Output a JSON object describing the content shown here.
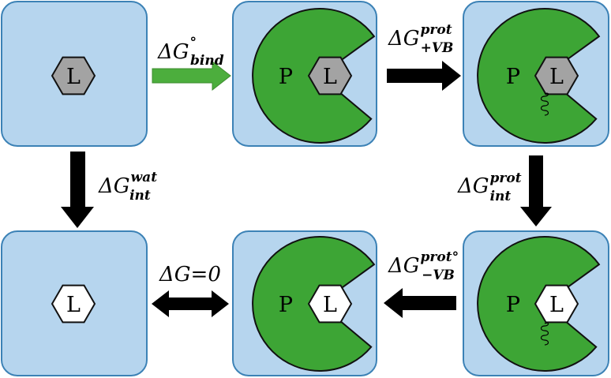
{
  "diagram": {
    "nodes": [
      {
        "id": "free-ligand",
        "ligand_label": "L",
        "ligand_fill": "gray"
      },
      {
        "id": "bound-complex",
        "protein_label": "P",
        "ligand_label": "L",
        "ligand_fill": "gray"
      },
      {
        "id": "bound-restrained",
        "protein_label": "P",
        "ligand_label": "L",
        "ligand_fill": "gray",
        "restraint": true
      },
      {
        "id": "bound-restrained-noninteracting",
        "protein_label": "P",
        "ligand_label": "L",
        "ligand_fill": "white",
        "restraint": true
      },
      {
        "id": "bound-noninteracting",
        "protein_label": "P",
        "ligand_label": "L",
        "ligand_fill": "white"
      },
      {
        "id": "free-noninteracting",
        "ligand_label": "L",
        "ligand_fill": "white"
      }
    ],
    "edges": {
      "bind": {
        "base": "ΔG",
        "sup": "°",
        "sub": "bind",
        "color": "#4cae3d"
      },
      "vb_on": {
        "base": "ΔG",
        "sup": "prot",
        "sub": "+VB"
      },
      "int_prot": {
        "base": "ΔG",
        "sup": "prot",
        "sub": "int"
      },
      "vb_off": {
        "base": "ΔG",
        "sup": "prot°",
        "sub": "−VB"
      },
      "zero": {
        "text": "ΔG=0"
      },
      "int_wat": {
        "base": "ΔG",
        "sup": "wat",
        "sub": "int"
      }
    }
  }
}
